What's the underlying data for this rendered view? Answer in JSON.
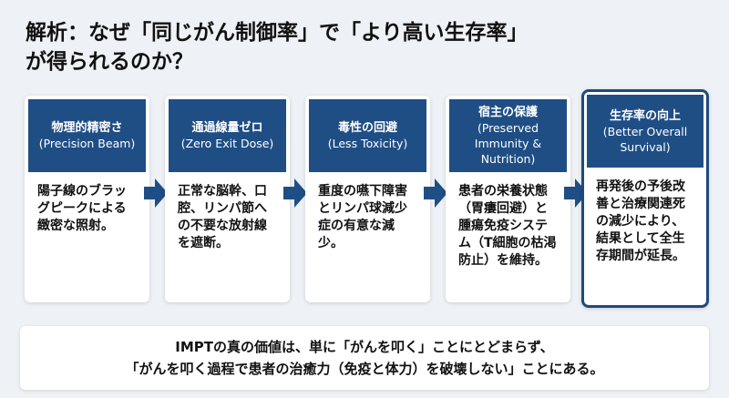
{
  "title": {
    "line1": "解析：なぜ「同じがん制御率」で「より高い生存率」",
    "line2": "が得られるのか？"
  },
  "steps": [
    {
      "title": "物理的精密さ",
      "en": "(Precision Beam)",
      "body": "陽子線のブラッグピークによる緻密な照射。"
    },
    {
      "title": "通過線量ゼロ",
      "en": "(Zero Exit Dose)",
      "body": "正常な脳幹、口腔、リンパ節への不要な放射線を遮断。"
    },
    {
      "title": "毒性の回避",
      "en": "(Less Toxicity)",
      "body": "重度の嚥下障害とリンパ球減少症の有意な減少。"
    },
    {
      "title": "宿主の保護",
      "en": "(Preserved Immunity & Nutrition)",
      "body": "患者の栄養状態（胃瘻回避）と腫瘍免疫システム（T細胞の枯渇防止）を維持。"
    },
    {
      "title": "生存率の向上",
      "en": "(Better Overall Survival)",
      "body": "再発後の予後改善と治療関連死の減少により、結果として全生存期間が延長。"
    }
  ],
  "footer": {
    "line1": "IMPTの真の価値は、単に「がんを叩く」ことにとどまらず、",
    "line2": "「がんを叩く過程で患者の治癒力（免疫と体力）を破壊しない」ことにある。"
  },
  "colors": {
    "primary": "#1f4e85"
  }
}
